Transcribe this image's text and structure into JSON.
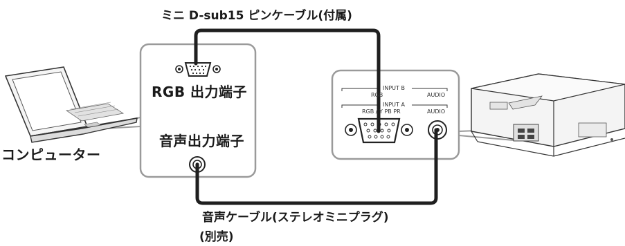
{
  "labels": {
    "vga_cable": "ミニ D-sub15 ピンケーブル(付属)",
    "rgb_output": "RGB 出力端子",
    "audio_output": "音声出力端子",
    "computer": "コンピューター",
    "audio_cable": "音声ケーブル(ステレオミニプラグ)",
    "sold_separately": "(別売)"
  },
  "panel": {
    "input_b": "INPUT B",
    "rgb_b": "RGB",
    "audio_b": "AUDIO",
    "input_a": "INPUT A",
    "rgb_a": "RGB / Y PB PR",
    "audio_a": "AUDIO"
  },
  "colors": {
    "cable": "#1f1f1f",
    "panel_border": "#9a9a9a",
    "device_fill": "#f2f2f2"
  }
}
